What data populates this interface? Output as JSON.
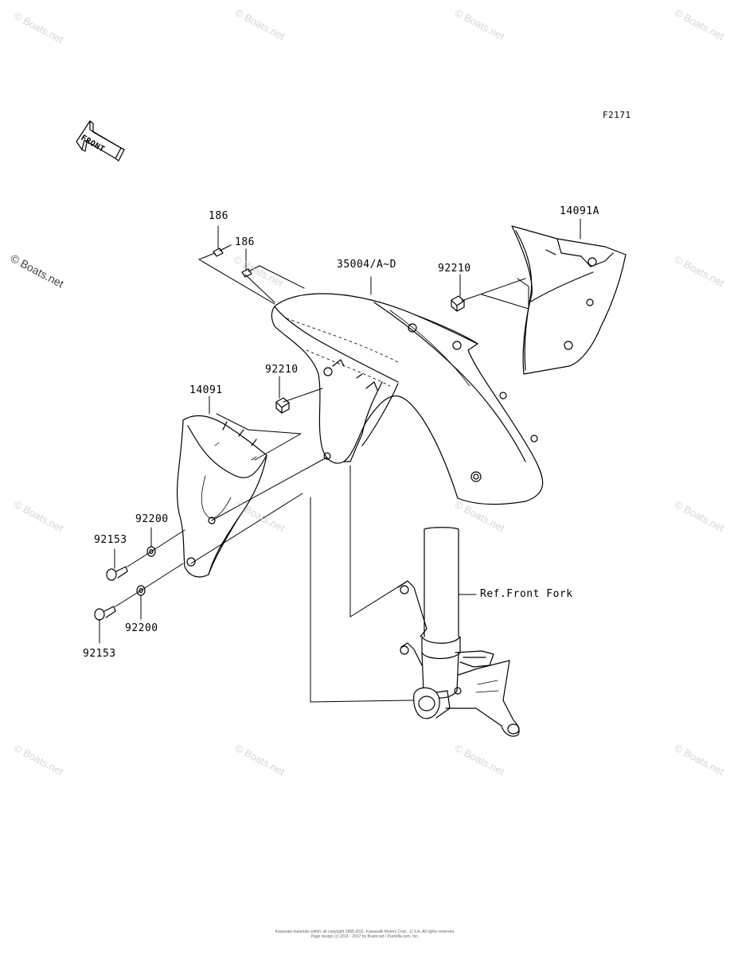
{
  "figure_code": "F2171",
  "front_arrow_label": "FRONT",
  "parts": {
    "p186_a": "186",
    "p186_b": "186",
    "p35004": "35004/A~D",
    "p92210_a": "92210",
    "p14091A": "14091A",
    "p92210_b": "92210",
    "p14091": "14091",
    "p92200_a": "92200",
    "p92153_a": "92153",
    "p92200_b": "92200",
    "p92153_b": "92153",
    "ref_front_fork": "Ref.Front Fork"
  },
  "watermark": {
    "text": "© Boats.net"
  },
  "copyright": {
    "line1": "Kawasaki materials within: all copyright 1995-2011, Kawasaki Motors Corp., U.S.A. All rights reserved.",
    "line2": "Page design (c) 2011 - 2017 by Boats.net / Partzilla.com, Inc."
  }
}
